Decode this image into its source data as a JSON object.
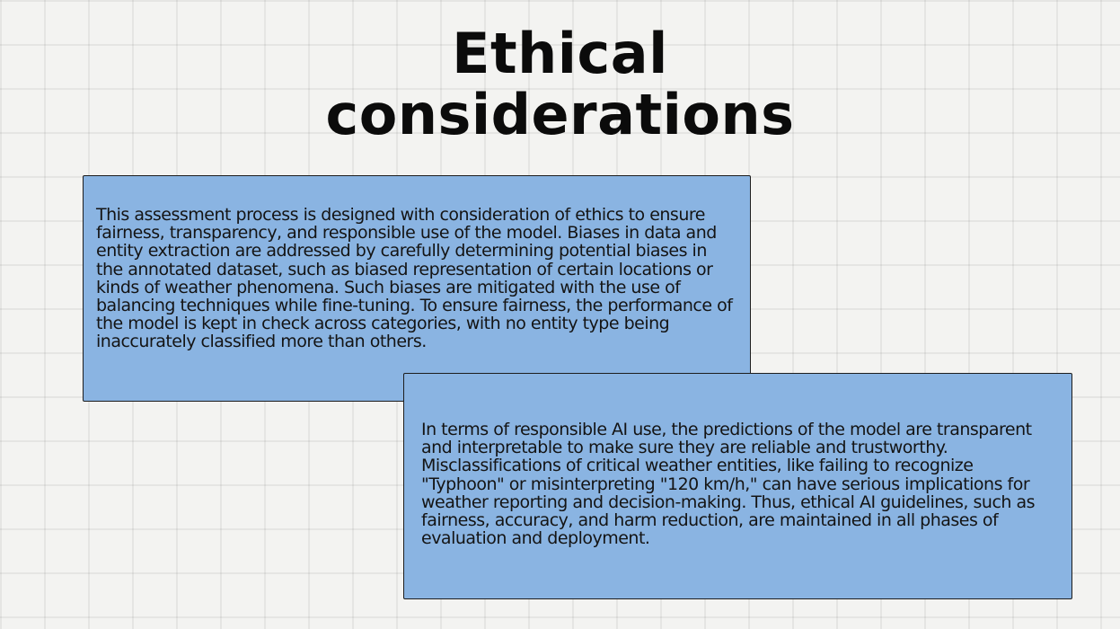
{
  "slide": {
    "title_line1": "Ethical",
    "title_line2": "considerations",
    "card1": {
      "text": "This assessment process is designed with consideration of ethics to ensure fairness, transparency, and responsible use of the model. Biases in data and entity extraction are addressed by carefully determining potential biases in the annotated dataset, such as biased representation of certain locations or kinds of weather phenomena. Such biases are mitigated with the use of balancing techniques while fine-tuning. To ensure fairness, the performance of the model is kept in check across categories, with no entity type being inaccurately classified more than others."
    },
    "card2": {
      "text": "In terms of responsible AI use, the predictions of the model are transparent and interpretable to make sure they are reliable and trustworthy. Misclassifications of critical weather entities, like failing to recognize \"Typhoon\" or misinterpreting \"120 km/h,\" can have serious implications for weather reporting and decision-making. Thus, ethical AI guidelines, such as fairness, accuracy, and harm reduction, are maintained in all phases of evaluation and deployment."
    }
  },
  "colors": {
    "background": "#f3f3f1",
    "card": "#8ab4e2",
    "text": "#141414"
  }
}
